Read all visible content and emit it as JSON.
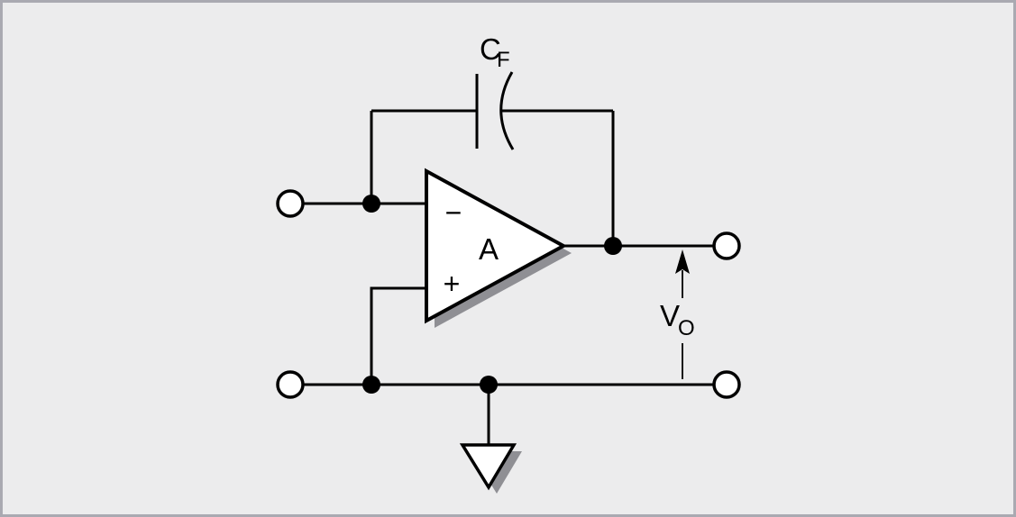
{
  "colors": {
    "background": "#ececed",
    "frame_border": "#a9a9b1",
    "line": "#000000",
    "shadow": "#8f8f94",
    "device_fill": "#ffffff",
    "terminal_fill": "#ffffff"
  },
  "labels": {
    "feedback_capacitor": {
      "main": "C",
      "sub": "F"
    },
    "opamp_gain": "A",
    "inverting_input": "−",
    "noninverting_input": "+",
    "output_voltage": {
      "main": "V",
      "sub": "O"
    }
  }
}
